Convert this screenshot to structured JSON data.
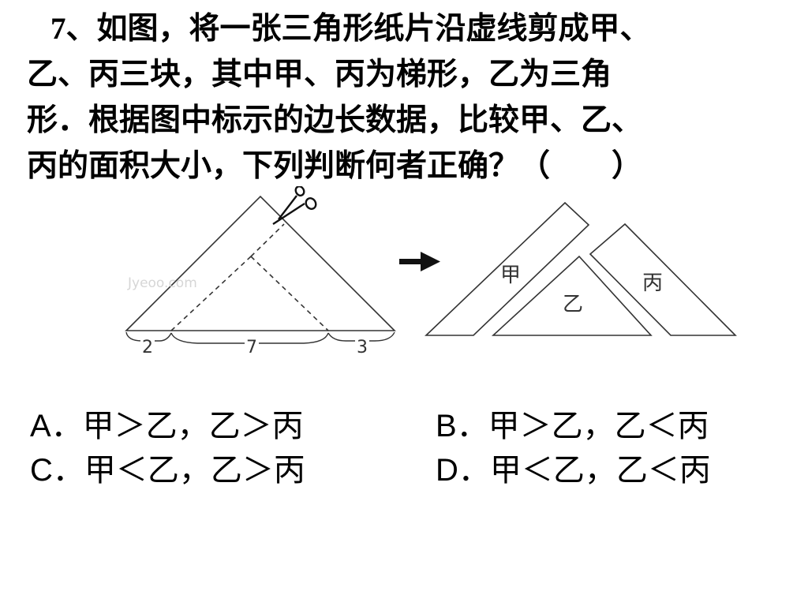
{
  "question": {
    "number": "7",
    "line1": "、如图，将一张三角形纸片沿虚线剪成甲、",
    "line2": "乙、丙三块，其中甲、丙为梯形，乙为三角",
    "line3": "形．根据图中标示的边长数据，比较甲、乙、",
    "line4": "丙的面积大小，下列判断何者正确？（　　）"
  },
  "figure": {
    "base_segments": [
      "2",
      "7",
      "3"
    ],
    "piece_labels": {
      "jia": "甲",
      "yi": "乙",
      "bing": "丙"
    },
    "watermark": "Jyeoo.com",
    "arrow_icon": "right-arrow-icon",
    "scissors_icon": "scissors-icon"
  },
  "options": [
    {
      "letter": "A",
      "text": "．甲＞乙，乙＞丙"
    },
    {
      "letter": "B",
      "text": "．甲＞乙，乙＜丙"
    },
    {
      "letter": "C",
      "text": "．甲＜乙，乙＞丙"
    },
    {
      "letter": "D",
      "text": "．甲＜乙，乙＜丙"
    }
  ]
}
